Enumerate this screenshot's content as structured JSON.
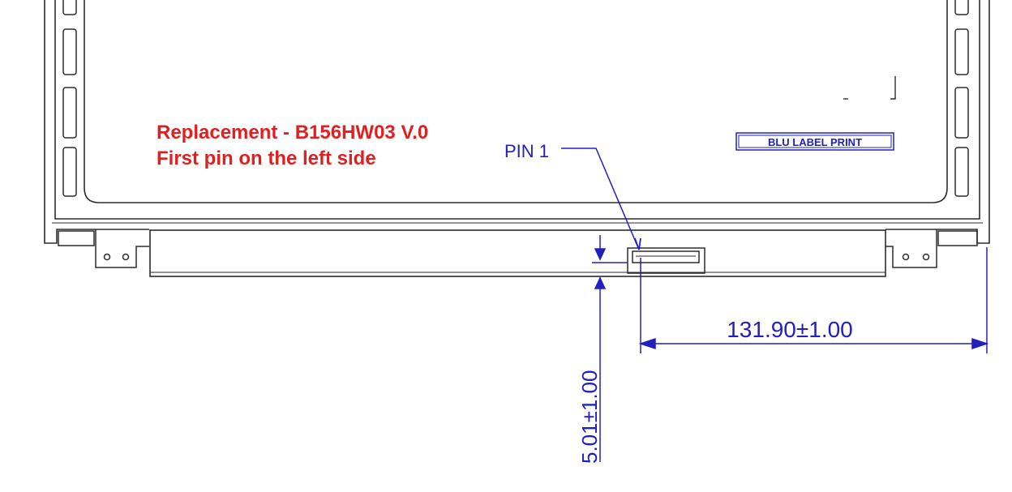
{
  "annotation": {
    "line1": "Replacement - B156HW03 V.0",
    "line2": "First pin on the left side",
    "color": "#e02020"
  },
  "drawing": {
    "pin_label": "PIN 1",
    "blu_label": "BLU LABEL PRINT",
    "dim_horizontal": "131.90±1.00",
    "dim_vertical": "5.01±1.00",
    "line_color": "#2b2b2b",
    "dimension_color": "#2020c0"
  }
}
